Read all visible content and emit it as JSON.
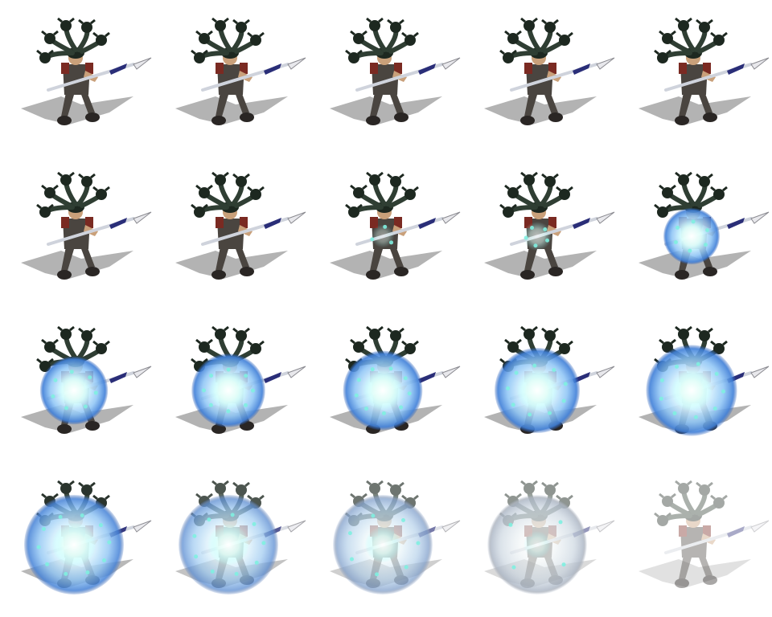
{
  "sprite_sheet": {
    "columns": 5,
    "rows": 4,
    "frames": [
      {
        "index": 1,
        "orb": 0,
        "glow": 0,
        "fade": 0
      },
      {
        "index": 2,
        "orb": 0,
        "glow": 0,
        "fade": 0
      },
      {
        "index": 3,
        "orb": 0,
        "glow": 0,
        "fade": 0
      },
      {
        "index": 4,
        "orb": 0,
        "glow": 0,
        "fade": 0
      },
      {
        "index": 5,
        "orb": 0,
        "glow": 0,
        "fade": 0
      },
      {
        "index": 6,
        "orb": 0,
        "glow": 0,
        "fade": 0
      },
      {
        "index": 7,
        "orb": 0,
        "glow": 0,
        "fade": 0
      },
      {
        "index": 8,
        "orb": 0,
        "glow": 0.25,
        "fade": 0
      },
      {
        "index": 9,
        "orb": 0,
        "glow": 0.45,
        "fade": 0
      },
      {
        "index": 10,
        "orb": 0.25,
        "glow": 0.6,
        "fade": 0
      },
      {
        "index": 11,
        "orb": 0.45,
        "glow": 0.7,
        "fade": 0
      },
      {
        "index": 12,
        "orb": 0.55,
        "glow": 0.8,
        "fade": 0
      },
      {
        "index": 13,
        "orb": 0.65,
        "glow": 0.85,
        "fade": 0
      },
      {
        "index": 14,
        "orb": 0.75,
        "glow": 0.9,
        "fade": 0
      },
      {
        "index": 15,
        "orb": 0.85,
        "glow": 0.9,
        "fade": 0
      },
      {
        "index": 16,
        "orb": 1.0,
        "glow": 1.0,
        "fade": 0.1
      },
      {
        "index": 17,
        "orb": 1.0,
        "glow": 0.9,
        "fade": 0.35
      },
      {
        "index": 18,
        "orb": 1.0,
        "glow": 0.7,
        "fade": 0.6
      },
      {
        "index": 19,
        "orb": 1.0,
        "glow": 0.4,
        "fade": 0.85
      },
      {
        "index": 20,
        "orb": 0,
        "glow": 0,
        "fade": 1
      }
    ]
  },
  "colors": {
    "background": "#ffffff",
    "shadow": "#9a9a9a",
    "tentacle": "#2f3e33",
    "tentacle_dark": "#1d2820",
    "armor": "#4a4540",
    "cloth_red": "#7a2a22",
    "skin": "#c9a07a",
    "boots": "#2a2624",
    "spear_shaft": "#cfd3dc",
    "spear_blade": "#e8e8ec",
    "spear_banner": "#2a2e78",
    "orb_blue": "#4d8fe0",
    "orb_core": "#ffffff",
    "orb_spark": "#7ff0e0",
    "fade_grey": "#cfcfcf"
  }
}
